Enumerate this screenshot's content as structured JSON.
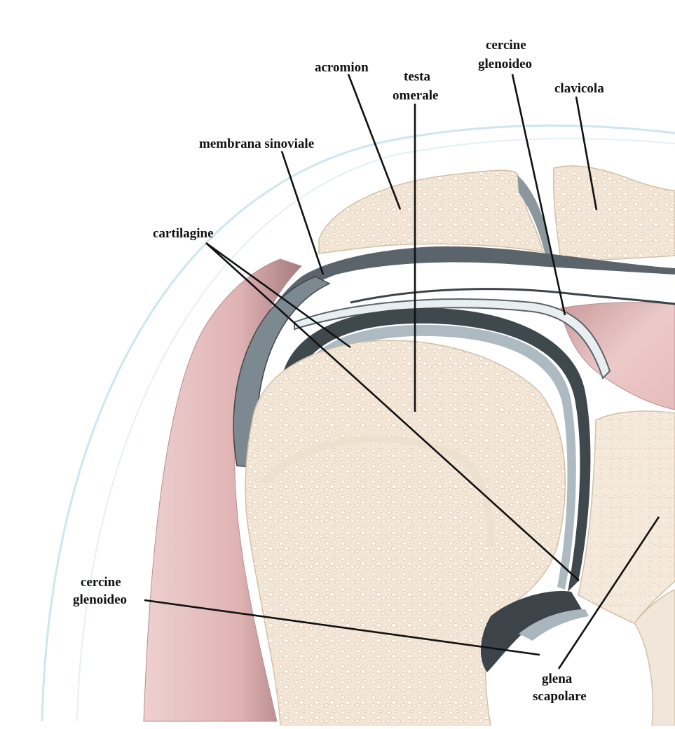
{
  "labels": {
    "acromion": "acromion",
    "testa_omerale": [
      "testa",
      "omerale"
    ],
    "cercine_glenoideo_top": [
      "cercine",
      "glenoideo"
    ],
    "clavicola": "clavicola",
    "membrana_sinoviale": "membrana sinoviale",
    "cartilagine": "cartilagine",
    "cercine_glenoideo_bottom": [
      "cercine",
      "glenoideo"
    ],
    "glena_scapolare": [
      "glena",
      "scapolare"
    ]
  },
  "colors": {
    "bone_fill": "#f3e6d6",
    "bone_outline": "#d9c7b2",
    "bone_pore": "#fdf8f1",
    "muscle": "#e4bcbc",
    "muscle_dark": "#b98c8e",
    "cartilage_dark": "#4a5258",
    "cartilage_light": "#b7c3ca",
    "skin_line": "#c9e4ee",
    "leader_line": "#111111"
  }
}
